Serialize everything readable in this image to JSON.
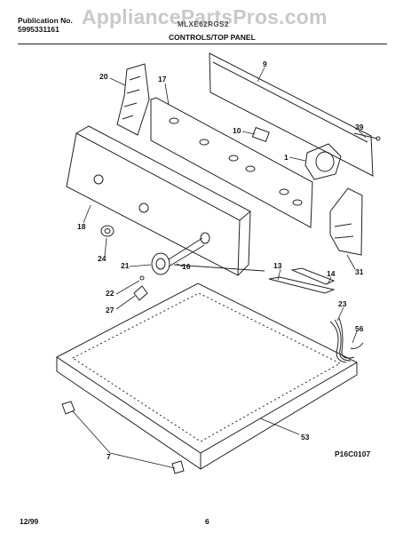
{
  "header": {
    "publication_label": "Publication No.",
    "publication_number": "5995331161",
    "watermark": "AppliancePartsPros.com",
    "model": "MLXE62RGS2",
    "section_title": "CONTROLS/TOP PANEL"
  },
  "footer": {
    "date": "12/99",
    "page_number": "6",
    "figure_ref": "P16C0107"
  },
  "parts": [
    {
      "id": "p20",
      "label": "20"
    },
    {
      "id": "p17",
      "label": "17"
    },
    {
      "id": "p9",
      "label": "9"
    },
    {
      "id": "p39",
      "label": "39"
    },
    {
      "id": "p10",
      "label": "10"
    },
    {
      "id": "p1",
      "label": "1"
    },
    {
      "id": "p18",
      "label": "18"
    },
    {
      "id": "p24",
      "label": "24"
    },
    {
      "id": "p21",
      "label": "21"
    },
    {
      "id": "p16",
      "label": "16"
    },
    {
      "id": "p22",
      "label": "22"
    },
    {
      "id": "p27",
      "label": "27"
    },
    {
      "id": "p13",
      "label": "13"
    },
    {
      "id": "p14",
      "label": "14"
    },
    {
      "id": "p31",
      "label": "31"
    },
    {
      "id": "p23",
      "label": "23"
    },
    {
      "id": "p56",
      "label": "56"
    },
    {
      "id": "p53",
      "label": "53"
    },
    {
      "id": "p7",
      "label": "7"
    }
  ],
  "colors": {
    "line": "#222222",
    "watermark": "#c9c9c9"
  }
}
